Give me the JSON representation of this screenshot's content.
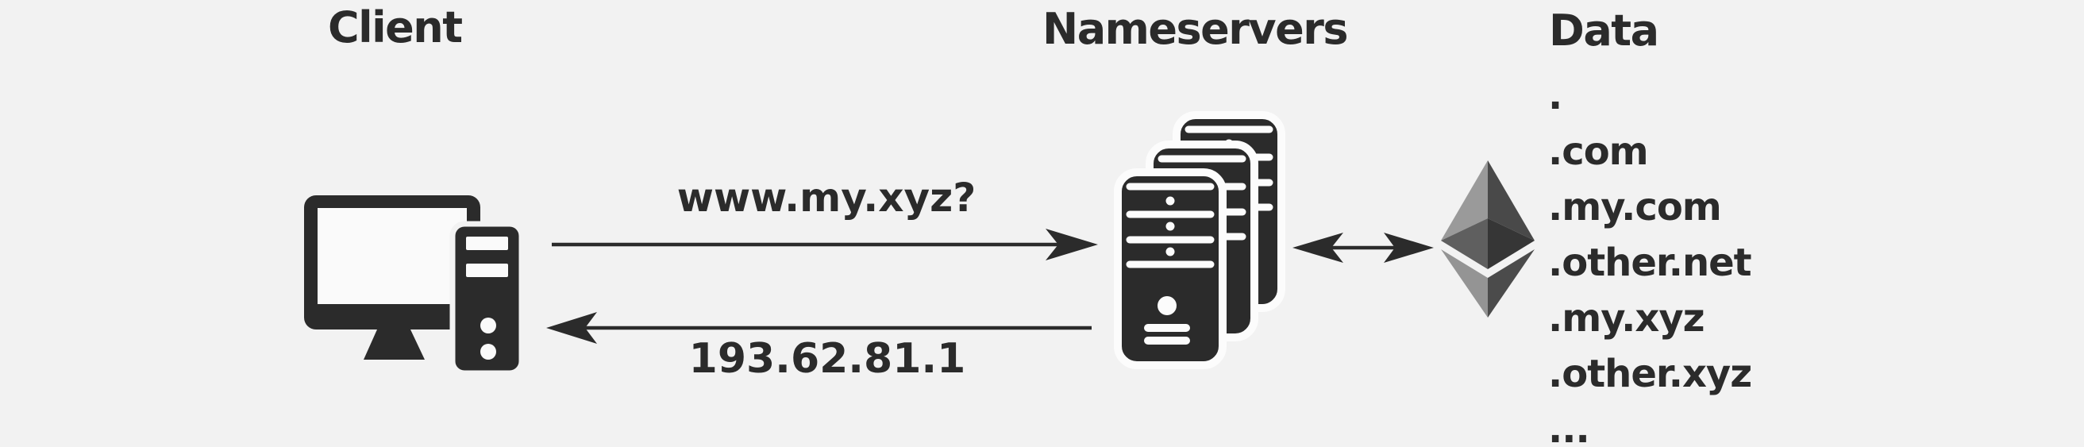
{
  "diagram": {
    "background_color": "#f2f2f2",
    "ink_color": "#2b2b2b",
    "client": {
      "title": "Client",
      "icon": "desktop-computer"
    },
    "nameservers": {
      "title": "Nameservers",
      "icon": "server-stack"
    },
    "data": {
      "title": "Data",
      "icon": "ethereum-diamond",
      "entries": [
        ".",
        ".com",
        ".my.com",
        ".other.net",
        ".my.xyz",
        ".other.xyz",
        "..."
      ]
    },
    "query": {
      "label": "www.my.xyz?",
      "direction": "client-to-nameservers"
    },
    "response": {
      "label": "193.62.81.1",
      "direction": "nameservers-to-client"
    },
    "lookup": {
      "direction": "bidirectional"
    },
    "ethereum_colors": {
      "top_left": "#9a9a9a",
      "top_right": "#494949",
      "mid_left": "#5f5f5f",
      "mid_right": "#363636",
      "bottom_left": "#949494",
      "bottom_right": "#4b4b4b"
    }
  }
}
